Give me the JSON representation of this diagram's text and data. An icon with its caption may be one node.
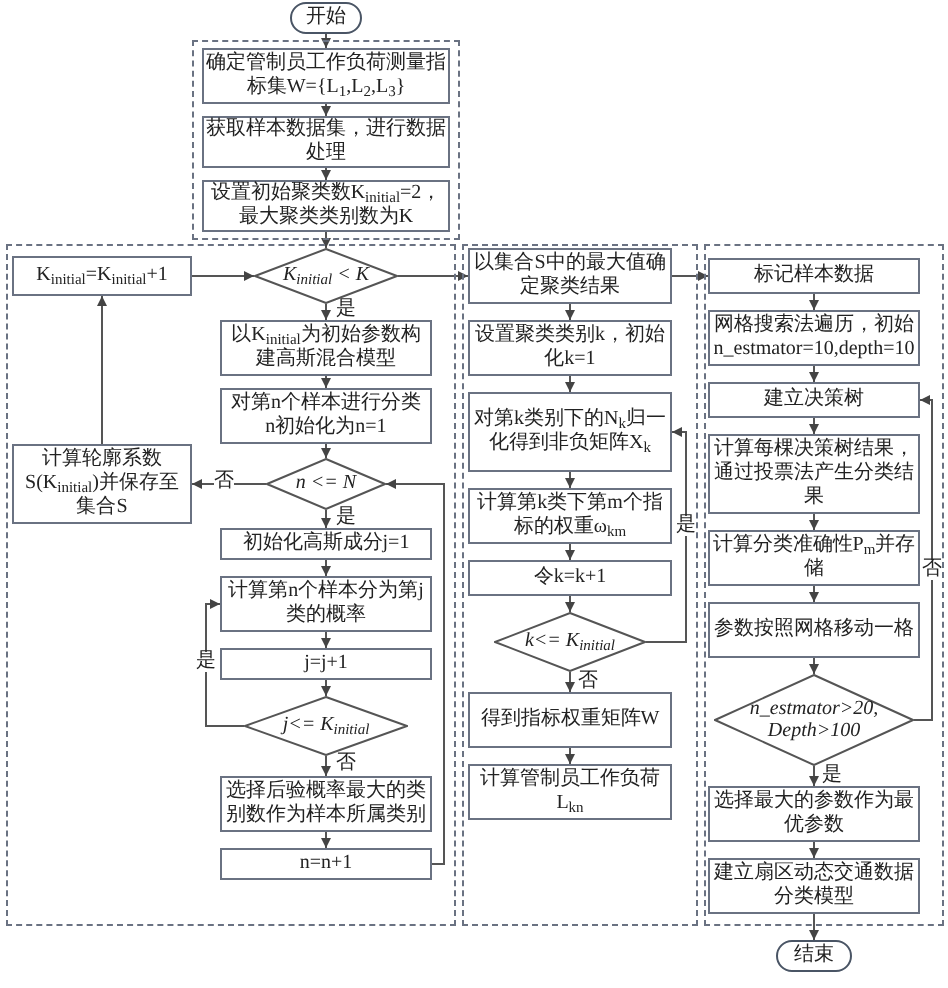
{
  "diagram": {
    "nodes": [
      {
        "text": [
          "开始"
        ]
      },
      {
        "text": [],
        "shape": "box"
      },
      {
        "text": [
          "确定管制员工作负荷测量指标集W={L$_{1}$,L$_{2}$,L$_{3}$}"
        ],
        "in": 1
      },
      {
        "text": [
          "获取样本数据集，进行数据处理"
        ],
        "in": 1
      },
      {
        "text": [
          "设置初始聚类数K$_{initial}$=2，最大聚类类别数为K"
        ],
        "in": 1
      },
      {
        "text": [],
        "shape": "box"
      },
      {
        "text": [
          "K$_{initial}$=K$_{initial}$+1"
        ],
        "in": 5
      },
      {
        "text": [
          "K$_{initial}$ < K"
        ],
        "in": 5
      },
      {
        "text": [
          "以K$_{initial}$为初始参数构建高斯混合模型"
        ],
        "in": 5
      },
      {
        "text": [
          "对第n个样本进行分类 n初始化为n=1"
        ],
        "in": 5
      },
      {
        "text": [
          "计算轮廓系数S(K$_{initial}$)并保存至集合S"
        ],
        "in": 5
      },
      {
        "text": [
          "n <= N"
        ],
        "in": 5
      },
      {
        "text": [
          "初始化高斯成分j=1"
        ],
        "in": 5
      },
      {
        "text": [
          "计算第n个样本分为第j类的概率"
        ],
        "in": 5
      },
      {
        "text": [
          "j=j+1"
        ],
        "in": 5
      },
      {
        "text": [
          "j<= K$_{initial}$"
        ],
        "in": 5
      },
      {
        "text": [
          "选择后验概率最大的类别数作为样本所属类别"
        ],
        "in": 5
      },
      {
        "text": [
          "n=n+1"
        ],
        "in": 5
      },
      {
        "text": [],
        "shape": "box"
      },
      {
        "text": [
          "以集合S中的最大值确定聚类结果"
        ],
        "in": 18
      },
      {
        "text": [
          "设置聚类类别k，初始化k=1"
        ],
        "in": 18
      },
      {
        "text": [
          "对第k类别下的N$_{k}$归一化得到非负矩阵X$_{k}$"
        ],
        "in": 18
      },
      {
        "text": [
          "计算第k类下第m个指标的权重ω$_{km}$"
        ],
        "in": 18
      },
      {
        "text": [
          "令k=k+1"
        ],
        "in": 18
      },
      {
        "text": [
          "k<= K$_{initial}$"
        ],
        "in": 18
      },
      {
        "text": [
          "得到指标权重矩阵W"
        ],
        "in": 18
      },
      {
        "text": [
          "计算管制员工作负荷L$_{kn}$"
        ],
        "in": 18
      },
      {
        "text": [],
        "shape": "box"
      },
      {
        "text": [
          "标记样本数据"
        ],
        "in": 27
      },
      {
        "text": [
          "网格搜索法遍历，初始n_estmator=10,depth=10"
        ],
        "in": 27
      },
      {
        "text": [
          "建立决策树"
        ],
        "in": 27
      },
      {
        "text": [
          "计算每棵决策树结果，通过投票法产生分类结果"
        ],
        "in": 27
      },
      {
        "text": [
          "计算分类准确性P$_{m}$并存储"
        ],
        "in": 27
      },
      {
        "text": [
          "参数按照网格移动一格"
        ],
        "in": 27
      },
      {
        "text": [
          "n_estmator>20, Depth>100"
        ],
        "in": 27
      },
      {
        "text": [
          "选择最大的参数作为最优参数"
        ],
        "in": 27
      },
      {
        "text": [
          "建立扇区动态交通数据分类模型"
        ],
        "in": 27
      },
      {
        "text": [
          "结束"
        ]
      }
    ],
    "edges": [
      {
        "from": 0,
        "to": 2,
        "arrow": "to"
      },
      {
        "from": 2,
        "to": 3,
        "arrow": "to"
      },
      {
        "from": 3,
        "to": 4,
        "arrow": "to"
      },
      {
        "from": 4,
        "to": 7,
        "arrow": "to"
      },
      {
        "from": 7,
        "to": 8,
        "arrow": "to",
        "label": "是"
      },
      {
        "from": 8,
        "to": 9,
        "arrow": "to"
      },
      {
        "from": 9,
        "to": 11,
        "arrow": "to"
      },
      {
        "from": 11,
        "to": 12,
        "arrow": "to",
        "label": "是"
      },
      {
        "from": 12,
        "to": 13,
        "arrow": "to"
      },
      {
        "from": 13,
        "to": 14,
        "arrow": "to"
      },
      {
        "from": 14,
        "to": 15,
        "arrow": "to"
      },
      {
        "from": 15,
        "to": 13,
        "arrow": "to",
        "label": "是"
      },
      {
        "from": 15,
        "to": 16,
        "arrow": "to",
        "label": "否"
      },
      {
        "from": 16,
        "to": 17,
        "arrow": "to"
      },
      {
        "from": 17,
        "to": 11,
        "arrow": "to"
      },
      {
        "from": 11,
        "to": 10,
        "arrow": "to",
        "label": "否"
      },
      {
        "from": 10,
        "to": 6,
        "arrow": "to"
      },
      {
        "from": 6,
        "to": 7,
        "arrow": "to"
      },
      {
        "from": 7,
        "to": 19,
        "arrow": "to"
      },
      {
        "from": 19,
        "to": 20,
        "arrow": "to"
      },
      {
        "from": 19,
        "to": 28,
        "arrow": "to"
      },
      {
        "from": 20,
        "to": 21,
        "arrow": "to"
      },
      {
        "from": 21,
        "to": 22,
        "arrow": "to"
      },
      {
        "from": 22,
        "to": 23,
        "arrow": "to"
      },
      {
        "from": 23,
        "to": 24,
        "arrow": "to"
      },
      {
        "from": 24,
        "to": 21,
        "arrow": "to",
        "label": "是"
      },
      {
        "from": 24,
        "to": 25,
        "arrow": "to",
        "label": "否"
      },
      {
        "from": 25,
        "to": 26,
        "arrow": "to"
      },
      {
        "from": 28,
        "to": 29,
        "arrow": "to"
      },
      {
        "from": 29,
        "to": 30,
        "arrow": "to"
      },
      {
        "from": 30,
        "to": 31,
        "arrow": "to"
      },
      {
        "from": 31,
        "to": 32,
        "arrow": "to"
      },
      {
        "from": 32,
        "to": 33,
        "arrow": "to"
      },
      {
        "from": 33,
        "to": 34,
        "arrow": "to"
      },
      {
        "from": 34,
        "to": 30,
        "arrow": "to",
        "label": "否"
      },
      {
        "from": 34,
        "to": 35,
        "arrow": "to",
        "label": "是"
      },
      {
        "from": 35,
        "to": 36,
        "arrow": "to"
      },
      {
        "from": 36,
        "to": 37,
        "arrow": "to"
      }
    ]
  }
}
